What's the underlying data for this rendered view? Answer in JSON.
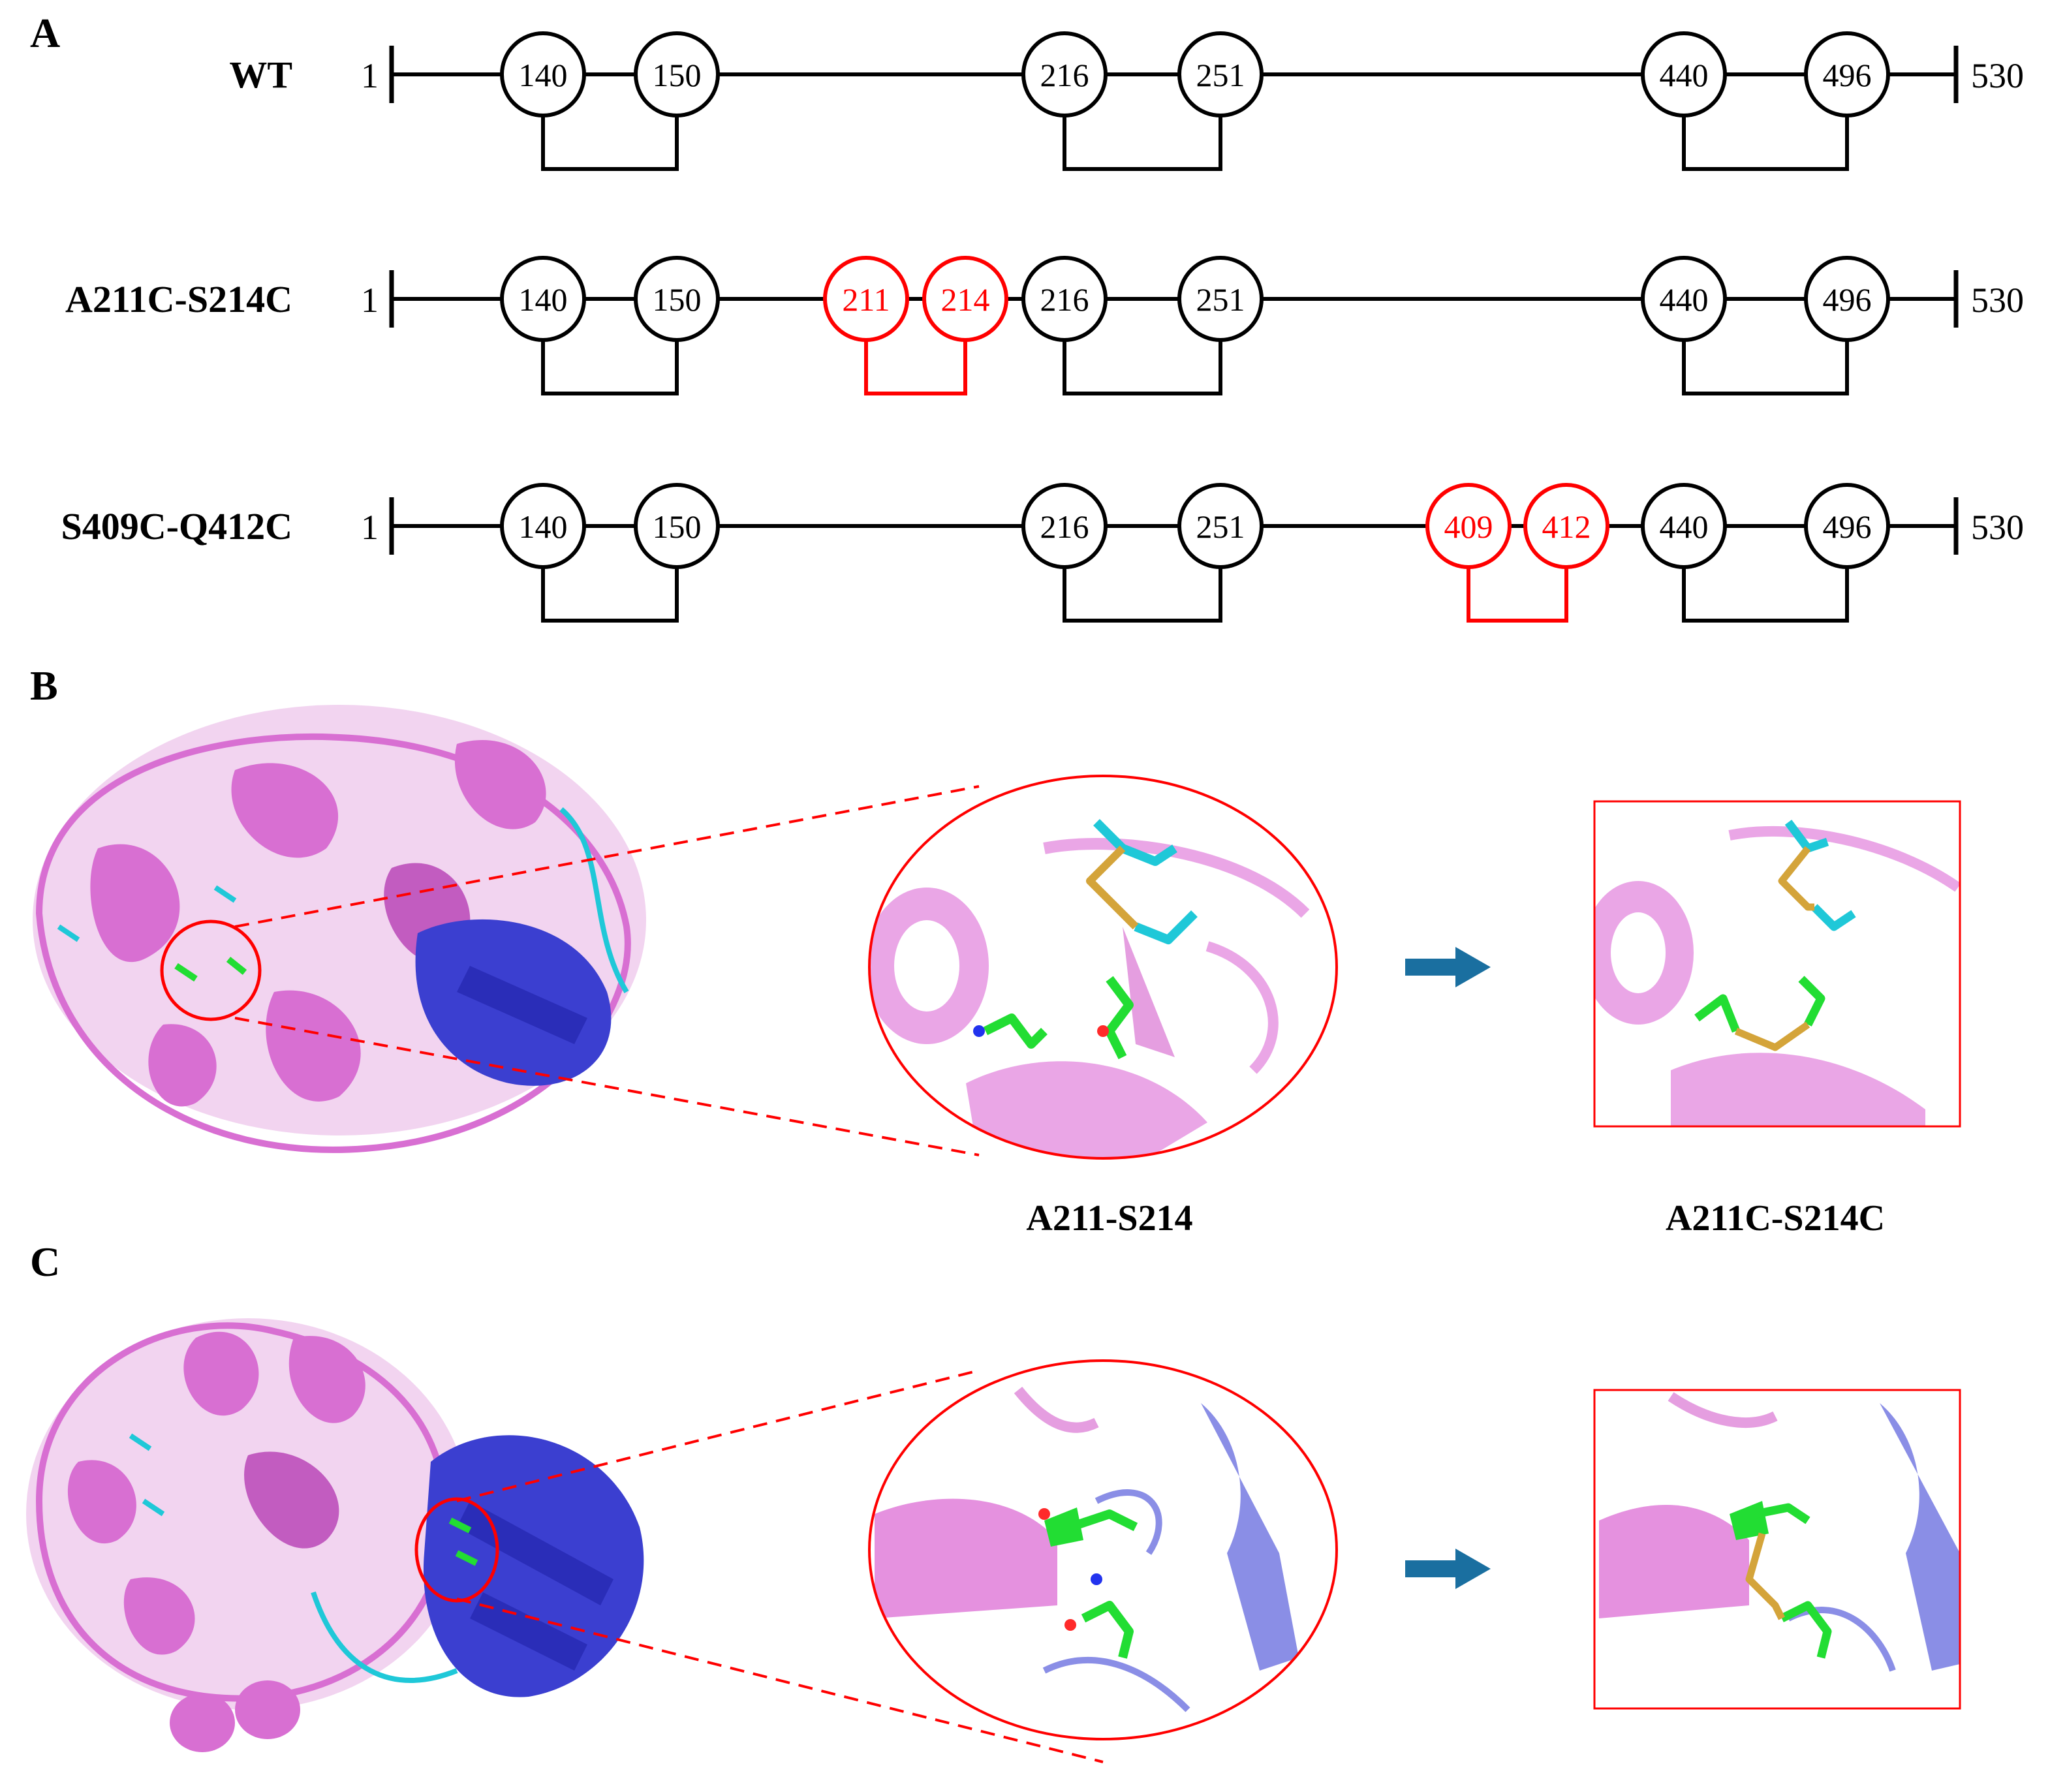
{
  "panels": {
    "A": {
      "label": "A",
      "rows": [
        {
          "name": "WT",
          "start": "1",
          "end": "530",
          "sites": [
            {
              "label": "140",
              "color": "#000000"
            },
            {
              "label": "150",
              "color": "#000000"
            },
            {
              "label": "216",
              "color": "#000000"
            },
            {
              "label": "251",
              "color": "#000000"
            },
            {
              "label": "440",
              "color": "#000000"
            },
            {
              "label": "496",
              "color": "#000000"
            }
          ]
        },
        {
          "name": "A211C-S214C",
          "start": "1",
          "end": "530",
          "sites": [
            {
              "label": "140",
              "color": "#000000"
            },
            {
              "label": "150",
              "color": "#000000"
            },
            {
              "label": "211",
              "color": "#ff0000"
            },
            {
              "label": "214",
              "color": "#ff0000"
            },
            {
              "label": "216",
              "color": "#000000"
            },
            {
              "label": "251",
              "color": "#000000"
            },
            {
              "label": "440",
              "color": "#000000"
            },
            {
              "label": "496",
              "color": "#000000"
            }
          ]
        },
        {
          "name": "S409C-Q412C",
          "start": "1",
          "end": "530",
          "sites": [
            {
              "label": "140",
              "color": "#000000"
            },
            {
              "label": "150",
              "color": "#000000"
            },
            {
              "label": "216",
              "color": "#000000"
            },
            {
              "label": "251",
              "color": "#000000"
            },
            {
              "label": "409",
              "color": "#ff0000"
            },
            {
              "label": "412",
              "color": "#ff0000"
            },
            {
              "label": "440",
              "color": "#000000"
            },
            {
              "label": "496",
              "color": "#000000"
            }
          ]
        }
      ]
    },
    "B": {
      "label": "B",
      "zoom_caption": "A211-S214",
      "mutant_caption": "A211C-S214C"
    },
    "C": {
      "label": "C"
    }
  },
  "colors": {
    "protein_main": "#d86fd2",
    "protein_light": "#eaa6e6",
    "domain_blue": "#3b3fd0",
    "domain_blue_light": "#8a8ee6",
    "linker_cyan": "#1fc8d8",
    "carbon_green": "#22dd33",
    "sulfur_gold": "#d4a43a",
    "highlight_red": "#ff0000",
    "arrow_blue": "#1a6fa0"
  }
}
